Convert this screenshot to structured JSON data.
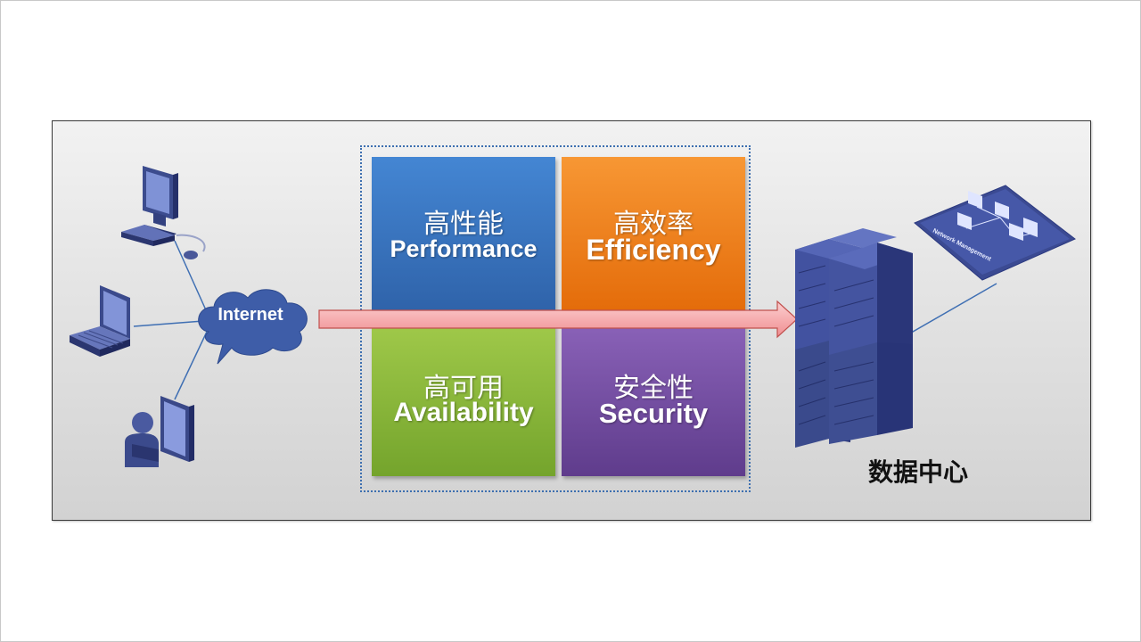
{
  "diagram": {
    "internet_label": "Internet",
    "quadrants": [
      {
        "cn": "高性能",
        "en": "Performance",
        "color": "#3b76c1"
      },
      {
        "cn": "高效率",
        "en": "Efficiency",
        "color": "#ee8320"
      },
      {
        "cn": "高可用",
        "en": "Availability",
        "color": "#88b43a"
      },
      {
        "cn": "安全性",
        "en": "Security",
        "color": "#7550a3"
      }
    ],
    "data_center_label": "数据中心",
    "network_management_label": "Network Management",
    "arrow_color": "#f6aeb0"
  }
}
